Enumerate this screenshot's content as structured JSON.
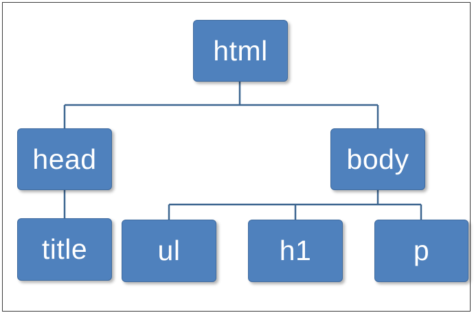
{
  "diagram": {
    "nodes": {
      "html": "html",
      "head": "head",
      "body": "body",
      "title": "title",
      "ul": "ul",
      "h1": "h1",
      "p": "p"
    },
    "edges": [
      [
        "html",
        "head"
      ],
      [
        "html",
        "body"
      ],
      [
        "head",
        "title"
      ],
      [
        "body",
        "ul"
      ],
      [
        "body",
        "h1"
      ],
      [
        "body",
        "p"
      ]
    ],
    "colors": {
      "node_fill": "#4f81bd",
      "node_border": "#3e6a9e",
      "connector": "#3d6690",
      "text": "#ffffff"
    }
  }
}
